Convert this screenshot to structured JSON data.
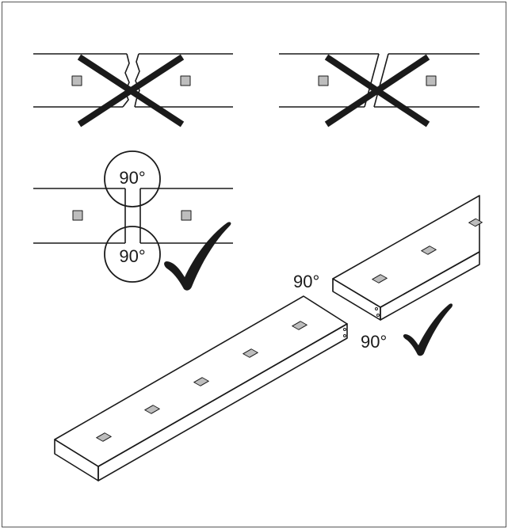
{
  "colors": {
    "line": "#1a1a1a",
    "led_fill": "#bdbdbd",
    "background": "#ffffff"
  },
  "labels": {
    "angle_top": "90°",
    "angle_bottom": "90°",
    "angle_strip_upper": "90°",
    "angle_strip_lower": "90°"
  },
  "icons": {
    "wrong_cut_1": "cross-mark-icon",
    "wrong_cut_2": "cross-mark-icon",
    "correct_cut_plan": "checkmark-icon",
    "correct_cut_strip": "checkmark-icon"
  }
}
